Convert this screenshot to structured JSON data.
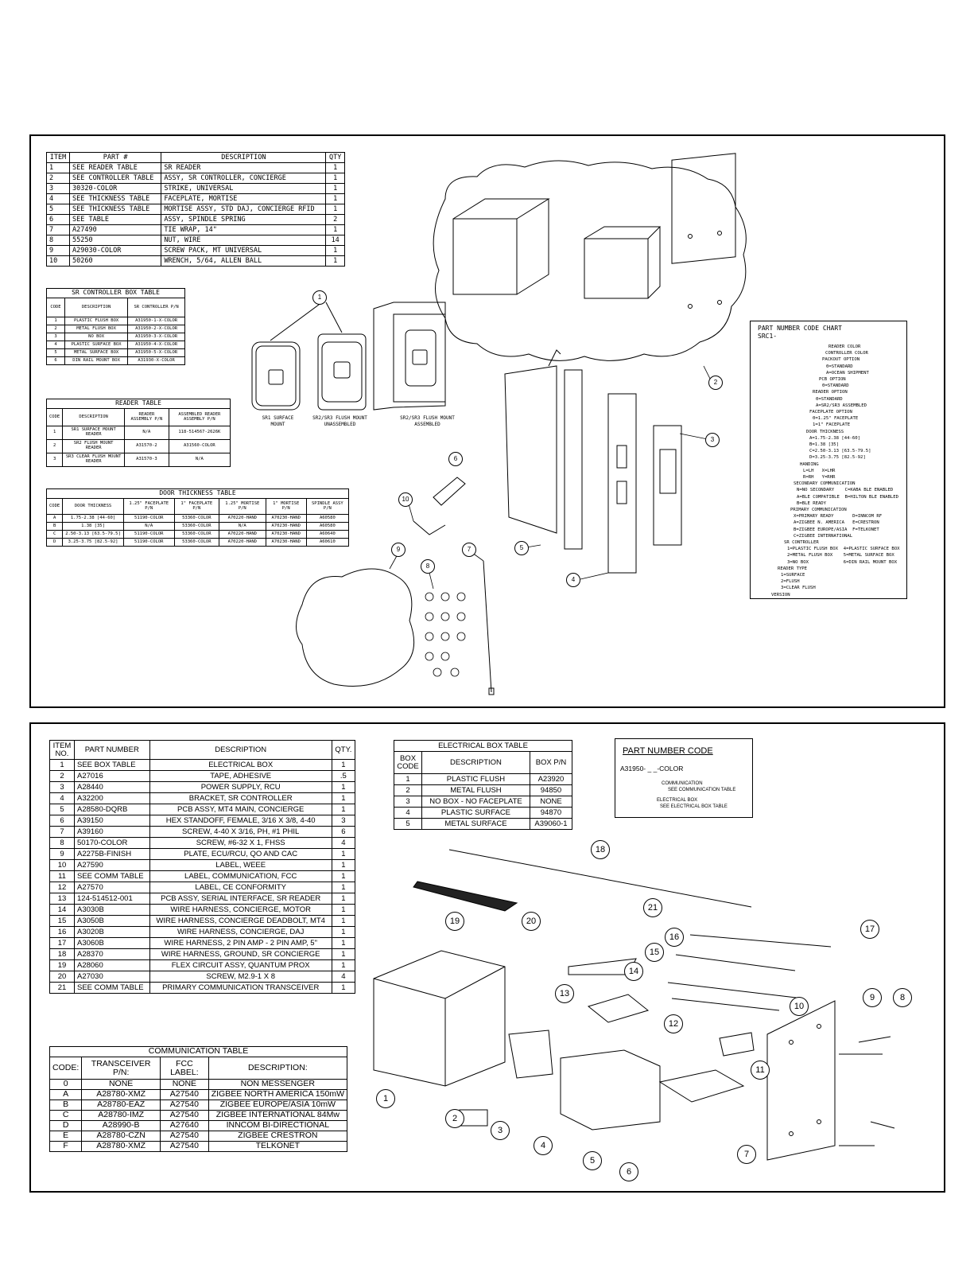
{
  "top_parts_table": {
    "headers": [
      "ITEM",
      "PART #",
      "DESCRIPTION",
      "QTY"
    ],
    "rows": [
      [
        "1",
        "SEE READER TABLE",
        "SR READER",
        "1"
      ],
      [
        "2",
        "SEE CONTROLLER TABLE",
        "ASSY, SR CONTROLLER, CONCIERGE",
        "1"
      ],
      [
        "3",
        "30320-COLOR",
        "STRIKE, UNIVERSAL",
        "1"
      ],
      [
        "4",
        "SEE THICKNESS TABLE",
        "FACEPLATE, MORTISE",
        "1"
      ],
      [
        "5",
        "SEE THICKNESS TABLE",
        "MORTISE ASSY, STD DAJ, CONCIERGE RFID",
        "1"
      ],
      [
        "6",
        "SEE TABLE",
        "ASSY, SPINDLE SPRING",
        "2"
      ],
      [
        "7",
        "A27490",
        "TIE WRAP, 14\"",
        "1"
      ],
      [
        "8",
        "55250",
        "NUT, WIRE",
        "14"
      ],
      [
        "9",
        "A29030-COLOR",
        "SCREW PACK, MT UNIVERSAL",
        "1"
      ],
      [
        "10",
        "50260",
        "WRENCH, 5/64, ALLEN BALL",
        "1"
      ]
    ]
  },
  "controller_box_table": {
    "title": "SR CONTROLLER BOX TABLE",
    "headers": [
      "CODE",
      "DESCRIPTION",
      "SR CONTROLLER P/N"
    ],
    "rows": [
      [
        "1",
        "PLASTIC FLUSH BOX",
        "A31950-1-X-COLOR"
      ],
      [
        "2",
        "METAL FLUSH BOX",
        "A31950-2-X-COLOR"
      ],
      [
        "3",
        "NO BOX",
        "A31950-3-X-COLOR"
      ],
      [
        "4",
        "PLASTIC SURFACE BOX",
        "A31950-4-X-COLOR"
      ],
      [
        "5",
        "METAL SURFACE BOX",
        "A31950-5-X-COLOR"
      ],
      [
        "6",
        "DIN RAIL MOUNT BOX",
        "A31930-X-COLOR"
      ]
    ]
  },
  "reader_table": {
    "title": "READER TABLE",
    "headers": [
      "CODE",
      "DESCRIPTION",
      "READER ASSEMBLY P/N",
      "ASSEMBLED READER ASSEMBLY P/N"
    ],
    "rows": [
      [
        "1",
        "SR1 SURFACE MOUNT READER",
        "N/A",
        "118-514567-2626K"
      ],
      [
        "2",
        "SR2 FLUSH MOUNT READER",
        "A31570-2",
        "A31560-COLOR"
      ],
      [
        "3",
        "SR3 CLEAR FLUSH MOUNT READER",
        "A31570-3",
        "N/A"
      ]
    ]
  },
  "door_thickness_table": {
    "title": "DOOR THICKNESS TABLE",
    "headers": [
      "CODE",
      "DOOR THICKNESS",
      "1.25\" FACEPLATE P/N",
      "1\" FACEPLATE P/N",
      "1.25\" MORTISE P/N",
      "1\" MORTISE P/N",
      "SPINDLE ASSY P/N"
    ],
    "rows": [
      [
        "A",
        "1.75-2.38 [44-60]",
        "51190-COLOR",
        "53360-COLOR",
        "A70220-HAND",
        "A70230-HAND",
        "A60580"
      ],
      [
        "B",
        "1.38 [35]",
        "N/A",
        "53360-COLOR",
        "N/A",
        "A70230-HAND",
        "A60580"
      ],
      [
        "C",
        "2.50-3.13 [63.5-79.5]",
        "51190-COLOR",
        "53360-COLOR",
        "A70220-HAND",
        "A70230-HAND",
        "A60640"
      ],
      [
        "D",
        "3.25-3.75 [82.5-92]",
        "51190-COLOR",
        "53360-COLOR",
        "A70220-HAND",
        "A70230-HAND",
        "A60610"
      ]
    ]
  },
  "reader_labels": {
    "sr1": "SR1 SURFACE MOUNT",
    "sr2": "SR2/SR3 FLUSH MOUNT UNASSEMBLED",
    "sr3": "SR2/SR3 FLUSH MOUNT ASSEMBLED"
  },
  "part_number_chart": {
    "title": "PART NUMBER CODE CHART",
    "prefix": "SRC1-",
    "lines": [
      "READER COLOR",
      "CONTROLLER COLOR",
      "PACKOUT OPTION",
      "0=STANDARD",
      "A=OCEAN SHIPMENT",
      "PCB OPTION",
      "0=STANDARD",
      "READER OPTION",
      "0=STANDARD",
      "A=SR2/SR3 ASSEMBLED",
      "FACEPLATE OPTION",
      "0=1.25\" FACEPLATE",
      "1=1\" FACEPLATE",
      "DOOR THICKNESS",
      "A=1.75-2.38 [44-60]",
      "B=1.38 [35]",
      "C=2.50-3.13 [63.5-79.5]",
      "D=3.25-3.75 [82.5-92]",
      "HANDING",
      "L=LH   X=LHR",
      "R=RH   Y=RHR",
      "SECONDARY COMMUNICATION",
      "N=NO SECONDARY    C=KABA BLE ENABLED",
      "A=BLE COMPATIBLE  B=HILTON BLE ENABLED",
      "B=BLE READY",
      "PRIMARY COMMUNICATION",
      "X=PRIMARY READY       D=INNCOM RF",
      "A=ZIGBEE N. AMERICA   E=CRESTRON",
      "B=ZIGBEE EUROPE/ASIA  F=TELKONET",
      "C=ZIGBEE INTERNATIONAL",
      "SR CONTROLLER",
      "1=PLASTIC FLUSH BOX  4=PLASTIC SURFACE BOX",
      "2=METAL FLUSH BOX    5=METAL SURFACE BOX",
      "3=NO BOX             6=DIN RAIL MOUNT BOX",
      "READER TYPE",
      "1=SURFACE",
      "2=FLUSH",
      "3=CLEAR FLUSH",
      "VERSION"
    ]
  },
  "bottom_parts_table": {
    "headers": [
      "ITEM NO.",
      "PART NUMBER",
      "DESCRIPTION",
      "QTY."
    ],
    "rows": [
      [
        "1",
        "SEE BOX TABLE",
        "ELECTRICAL BOX",
        "1"
      ],
      [
        "2",
        "A27016",
        "TAPE, ADHESIVE",
        ".5"
      ],
      [
        "3",
        "A28440",
        "POWER SUPPLY, RCU",
        "1"
      ],
      [
        "4",
        "A32200",
        "BRACKET, SR CONTROLLER",
        "1"
      ],
      [
        "5",
        "A28580-DQRB",
        "PCB ASSY, MT4 MAIN, CONCIERGE",
        "1"
      ],
      [
        "6",
        "A39150",
        "HEX STANDOFF, FEMALE, 3/16 X 3/8, 4-40",
        "3"
      ],
      [
        "7",
        "A39160",
        "SCREW, 4-40 X 3/16, PH, #1 PHIL",
        "6"
      ],
      [
        "8",
        "50170-COLOR",
        "SCREW, #6-32 X 1, FHSS",
        "4"
      ],
      [
        "9",
        "A2275B-FINISH",
        "PLATE, ECU/RCU, QO AND CAC",
        "1"
      ],
      [
        "10",
        "A27590",
        "LABEL, WEEE",
        "1"
      ],
      [
        "11",
        "SEE COMM TABLE",
        "LABEL, COMMUNICATION, FCC",
        "1"
      ],
      [
        "12",
        "A27570",
        "LABEL, CE CONFORMITY",
        "1"
      ],
      [
        "13",
        "124-514512-001",
        "PCB ASSY, SERIAL INTERFACE, SR READER",
        "1"
      ],
      [
        "14",
        "A3030B",
        "WIRE HARNESS, CONCIERGE, MOTOR",
        "1"
      ],
      [
        "15",
        "A3050B",
        "WIRE HARNESS, CONCIERGE DEADBOLT, MT4",
        "1"
      ],
      [
        "16",
        "A3020B",
        "WIRE HARNESS, CONCIERGE, DAJ",
        "1"
      ],
      [
        "17",
        "A3060B",
        "WIRE HARNESS, 2 PIN AMP - 2 PIN AMP, 5\"",
        "1"
      ],
      [
        "18",
        "A28370",
        "WIRE HARNESS, GROUND, SR CONCIERGE",
        "1"
      ],
      [
        "19",
        "A28060",
        "FLEX CIRCUIT ASSY, QUANTUM PROX",
        "1"
      ],
      [
        "20",
        "A27030",
        "SCREW, M2.9-1 X 8",
        "4"
      ],
      [
        "21",
        "SEE COMM TABLE",
        "PRIMARY COMMUNICATION TRANSCEIVER",
        "1"
      ]
    ]
  },
  "electrical_box_table": {
    "title": "ELECTRICAL BOX TABLE",
    "headers": [
      "BOX CODE",
      "DESCRIPTION",
      "BOX P/N"
    ],
    "rows": [
      [
        "1",
        "PLASTIC FLUSH",
        "A23920"
      ],
      [
        "2",
        "METAL FLUSH",
        "94850"
      ],
      [
        "3",
        "NO BOX - NO FACEPLATE",
        "NONE"
      ],
      [
        "4",
        "PLASTIC SURFACE",
        "94870"
      ],
      [
        "5",
        "METAL SURFACE",
        "A39060-1"
      ]
    ]
  },
  "part_number_code": {
    "title": "PART NUMBER CODE",
    "code": "A31950- _ _-COLOR",
    "comm": "COMMUNICATION",
    "comm_sub": "SEE COMMUNICATION TABLE",
    "box": "ELECTRICAL BOX",
    "box_sub": "SEE ELECTRICAL BOX TABLE"
  },
  "communication_table": {
    "title": "COMMUNICATION TABLE",
    "headers": [
      "CODE:",
      "TRANSCEIVER P/N:",
      "FCC LABEL:",
      "DESCRIPTION:"
    ],
    "rows": [
      [
        "0",
        "NONE",
        "NONE",
        "NON MESSENGER"
      ],
      [
        "A",
        "A28780-XMZ",
        "A27540",
        "ZIGBEE NORTH AMERICA 150mW"
      ],
      [
        "B",
        "A28780-EAZ",
        "A27540",
        "ZIGBEE EUROPE/ASIA 10mW"
      ],
      [
        "C",
        "A28780-IMZ",
        "A27540",
        "ZIGBEE INTERNATIONAL 84Mw"
      ],
      [
        "D",
        "A28990-B",
        "A27640",
        "INNCOM BI-DIRECTIONAL"
      ],
      [
        "E",
        "A28780-CZN",
        "A27540",
        "ZIGBEE CRESTRON"
      ],
      [
        "F",
        "A28780-XMZ",
        "A27540",
        "TELKONET"
      ]
    ]
  },
  "balloons_top": [
    "1",
    "2",
    "3",
    "4",
    "5",
    "6",
    "7",
    "8",
    "9",
    "10"
  ],
  "balloons_bottom": [
    "1",
    "2",
    "3",
    "4",
    "5",
    "6",
    "7",
    "8",
    "9",
    "10",
    "11",
    "12",
    "13",
    "14",
    "15",
    "16",
    "17",
    "18",
    "19",
    "20",
    "21"
  ]
}
